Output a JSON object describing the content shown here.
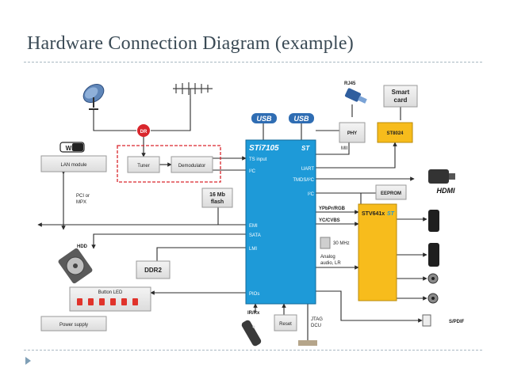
{
  "slide": {
    "title": "Hardware Connection Diagram (example)"
  },
  "diagram": {
    "chip": {
      "name": "STi7105",
      "pins": {
        "ts_input": "TS input",
        "fc": "I²C",
        "uart": "UART",
        "tmds": "TMDS/I²C",
        "i2c_right": "I²C",
        "emi": "EMI",
        "sata": "SATA",
        "lmi": "LMI",
        "pios": "PIOs"
      }
    },
    "usb_labels": [
      "USB",
      "USB"
    ],
    "stv": "STV641x",
    "st_logo": "ST",
    "blocks": {
      "lan": "LAN module",
      "tuner": "Tuner",
      "demodulator": "Demodulator",
      "flash": [
        "16 Mb",
        "flash"
      ],
      "ddr2": "DDR2",
      "button_led": "Button LED",
      "power": "Power supply",
      "reset": "Reset",
      "phy": "PHY",
      "st8024": "ST8024",
      "eeprom": "EEPROM",
      "smartcard": [
        "Smart",
        "card"
      ]
    },
    "labels": {
      "dr": "DR",
      "wifi": "WiFi",
      "pci": [
        "PCI or",
        "MPX"
      ],
      "hdd": "HDD",
      "rj45": "RJ45",
      "mii": "MII",
      "ypbpr": "YPbPr/RGB",
      "yc": "YC/CVBS",
      "mhz": "30 MHz",
      "analog": [
        "Analog",
        "audio, LR"
      ],
      "irrx": "IR/Rx",
      "jtag": [
        "JTAG",
        "DCU"
      ],
      "spdif": "S/PDIF",
      "hdmi": "HDMI"
    },
    "colors": {
      "chip": "#1e9ad8",
      "stv": "#f7bc1c",
      "block": "#e9e9e9",
      "tuner_group_border": "#d9262c",
      "line": "#2b2b2b",
      "led": "#e0332b"
    }
  }
}
